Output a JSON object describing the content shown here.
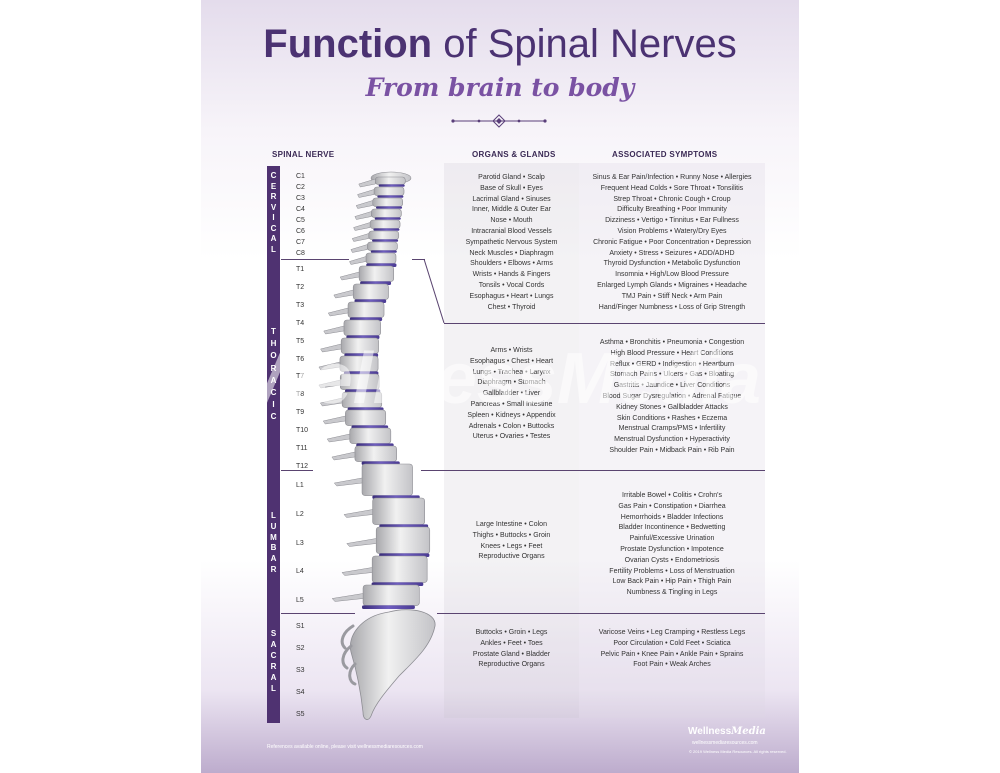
{
  "title_bold": "Function",
  "title_rest": "of Spinal Nerves",
  "subtitle": "From brain to body",
  "columns": {
    "spinal_nerve": "SPINAL NERVE",
    "organs": "ORGANS & GLANDS",
    "symptoms": "ASSOCIATED SYMPTOMS"
  },
  "regions": {
    "cervical": "CERVICAL",
    "thoracic": "THORACIC",
    "lumbar": "LUMBAR",
    "sacral": "SACRAL"
  },
  "nerves": {
    "cervical": [
      "C1",
      "C2",
      "C3",
      "C4",
      "C5",
      "C6",
      "C7",
      "C8"
    ],
    "thoracic": [
      "T1",
      "T2",
      "T3",
      "T4",
      "T5",
      "T6",
      "T7",
      "T8",
      "T9",
      "T10",
      "T11",
      "T12"
    ],
    "lumbar": [
      "L1",
      "L2",
      "L3",
      "L4",
      "L5"
    ],
    "sacral": [
      "S1",
      "S2",
      "S3",
      "S4",
      "S5"
    ]
  },
  "organs": {
    "cervical": [
      "Parotid Gland • Scalp",
      "Base of Skull • Eyes",
      "Lacrimal Gland • Sinuses",
      "Inner, Middle & Outer Ear",
      "Nose • Mouth",
      "Intracranial Blood Vessels",
      "Sympathetic Nervous System",
      "Neck Muscles • Diaphragm",
      "Shoulders • Elbows • Arms",
      "Wrists • Hands & Fingers",
      "Tonsils • Vocal Cords",
      "Esophagus • Heart • Lungs",
      "Chest • Thyroid"
    ],
    "thoracic": [
      "Arms • Wrists",
      "Esophagus • Chest • Heart",
      "Lungs • Trachea • Larynx",
      "Diaphragm • Stomach",
      "Gallbladder • Liver",
      "Pancreas • Small Intestine",
      "Spleen • Kidneys • Appendix",
      "Adrenals • Colon • Buttocks",
      "Uterus • Ovaries • Testes"
    ],
    "lumbar": [
      "Large Intestine • Colon",
      "Thighs • Buttocks • Groin",
      "Knees • Legs • Feet",
      "Reproductive Organs"
    ],
    "sacral": [
      "Buttocks • Groin • Legs",
      "Ankles • Feet • Toes",
      "Prostate Gland • Bladder",
      "Reproductive Organs"
    ]
  },
  "symptoms": {
    "cervical": [
      "Sinus & Ear Pain/Infection • Runny Nose • Allergies",
      "Frequent Head Colds • Sore Throat • Tonsilitis",
      "Strep Throat • Chronic Cough • Croup",
      "Difficulty Breathing • Poor Immunity",
      "Dizziness • Vertigo • Tinnitus • Ear Fullness",
      "Vision Problems • Watery/Dry Eyes",
      "Chronic Fatigue • Poor Concentration • Depression",
      "Anxiety • Stress • Seizures • ADD/ADHD",
      "Thyroid Dysfunction • Metabolic Dysfunction",
      "Insomnia • High/Low Blood Pressure",
      "Enlarged Lymph Glands • Migraines • Headache",
      "TMJ Pain • Stiff Neck • Arm Pain",
      "Hand/Finger Numbness • Loss of Grip Strength"
    ],
    "thoracic": [
      "Asthma • Bronchitis • Pneumonia • Congestion",
      "High Blood Pressure • Heart Conditions",
      "Reflux • GERD • Indigestion • Heartburn",
      "Stomach Pains • Ulcers • Gas • Bloating",
      "Gastritis • Jaundice • Liver Conditions",
      "Blood Sugar Dysregulation • Adrenal Fatigue",
      "Kidney Stones • Gallbladder Attacks",
      "Skin Conditions • Rashes • Eczema",
      "Menstrual Cramps/PMS • Infertility",
      "Menstrual Dysfunction • Hyperactivity",
      "Shoulder Pain • Midback Pain • Rib Pain"
    ],
    "lumbar": [
      "Irritable Bowel • Colitis • Crohn's",
      "Gas Pain • Constipation • Diarrhea",
      "Hemorrhoids • Bladder Infections",
      "Bladder Incontinence • Bedwetting",
      "Painful/Excessive Urination",
      "Prostate Dysfunction • Impotence",
      "Ovarian Cysts • Endometriosis",
      "Fertility Problems • Loss of Menstruation",
      "Low Back Pain • Hip Pain • Thigh Pain",
      "Numbness & Tingling in Legs"
    ],
    "sacral": [
      "Varicose Veins • Leg Cramping • Restless Legs",
      "Poor Circulation • Cold Feet • Sciatica",
      "Pelvic Pain • Knee Pain • Ankle Pain • Sprains",
      "Foot Pain • Weak Arches"
    ]
  },
  "watermark": "WellnessMedia",
  "footer": {
    "references": "References available online, please visit wellnessmediaresources.com",
    "logo_main": "Wellness",
    "logo_script": "Media",
    "logo_url": "wellnessmediaresources.com",
    "copyright": "© 2019 Wellness Media Resources. All rights reserved."
  },
  "colors": {
    "primary": "#4f3271",
    "disc": "#5b4aa8",
    "accent": "#7a52a3"
  }
}
